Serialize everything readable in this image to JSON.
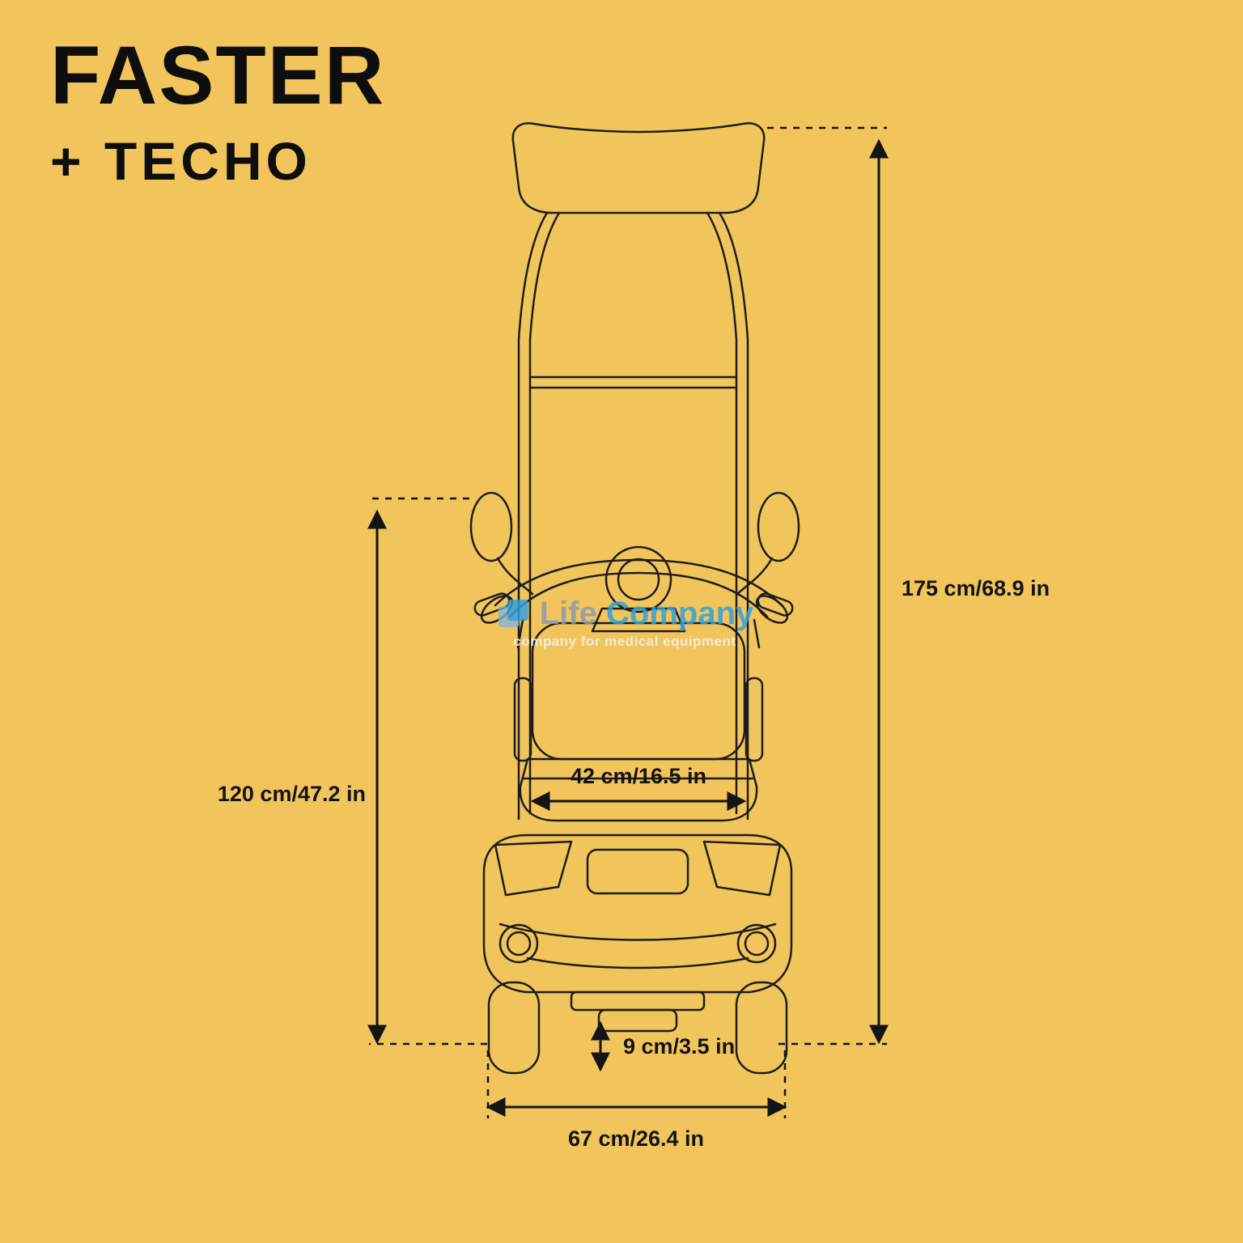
{
  "title": {
    "line1": "FASTER",
    "line2": "+ TECHO"
  },
  "dimensions": {
    "total_height": "175 cm/68.9 in",
    "side_height": "120 cm/47.2 in",
    "seat_width": "42 cm/16.5 in",
    "ground_clearance": "9 cm/3.5 in",
    "overall_width": "67 cm/26.4 in"
  },
  "watermark": {
    "brand_gray": "Life",
    "brand_blue": "Company",
    "tagline": "company for medical equipment"
  },
  "colors": {
    "background": "#F2C45C",
    "line": "#1d1d1d",
    "text": "#141414",
    "watermark_blue": "#2FA3E0",
    "watermark_gray": "#8B9CB3"
  }
}
